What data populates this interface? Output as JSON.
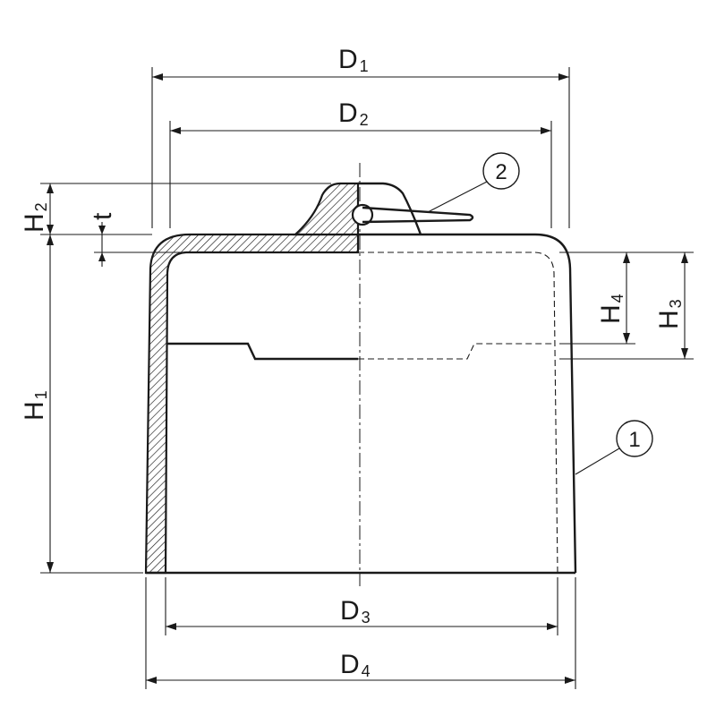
{
  "dimensions": {
    "D1": {
      "main": "D",
      "sub": "1"
    },
    "D2": {
      "main": "D",
      "sub": "2"
    },
    "D3": {
      "main": "D",
      "sub": "3"
    },
    "D4": {
      "main": "D",
      "sub": "4"
    },
    "H1": {
      "main": "H",
      "sub": "1"
    },
    "H2": {
      "main": "H",
      "sub": "2"
    },
    "H3": {
      "main": "H",
      "sub": "3"
    },
    "H4": {
      "main": "H",
      "sub": "4"
    },
    "t": {
      "main": "t"
    }
  },
  "callouts": {
    "part1": "1",
    "part2": "2"
  }
}
